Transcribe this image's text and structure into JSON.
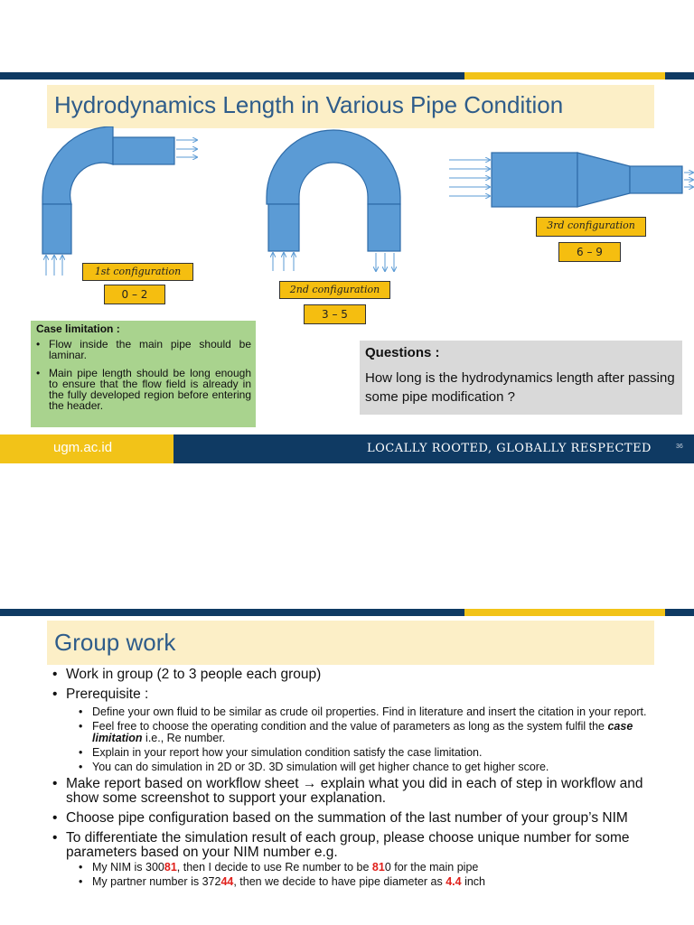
{
  "slide1": {
    "title": "Hydrodynamics Length in Various Pipe Condition",
    "configs": [
      {
        "label": "1st configuration",
        "range": "0 – 2"
      },
      {
        "label": "2nd configuration",
        "range": "3 – 5"
      },
      {
        "label": "3rd configuration",
        "range": "6 – 9"
      }
    ],
    "case_limitation": {
      "title": "Case limitation :",
      "items": [
        "Flow inside the main pipe should be laminar.",
        "Main pipe length should be long enough to ensure that the flow field is already in the fully developed region before entering the header."
      ]
    },
    "questions": {
      "title": "Questions :",
      "text": "How long is the hydrodynamics length after passing some pipe modification ?"
    },
    "footer": {
      "url": "ugm.ac.id",
      "motto": "LOCALLY ROOTED, GLOBALLY RESPECTED",
      "page": "36"
    }
  },
  "slide2": {
    "title": "Group work",
    "bullets": {
      "b1": "Work in group (2 to 3 people each group)",
      "b2": "Prerequisite :",
      "b2_subs": {
        "s1": "Define your own fluid to be similar as crude oil properties. Find in literature and insert the citation in your report.",
        "s2_pre": "Feel free to choose the operating condition and the value of parameters as long as the system fulfil the ",
        "s2_bold": "case limitation",
        "s2_post": " i.e., Re number.",
        "s3": "Explain in your report how your simulation condition satisfy the case limitation.",
        "s4": "You can do simulation in 2D or 3D. 3D simulation will get higher chance to get higher score."
      },
      "b3_pre": "Make report based on workflow sheet ",
      "b3_arrow": "→",
      "b3_post": " explain what you did in each of step in workflow and show some screenshot to support your explanation.",
      "b4": "Choose pipe configuration based on the summation of the last number of your group’s NIM",
      "b5": "To differentiate the simulation result of each group, please choose unique number for some parameters based on your NIM number e.g.",
      "b5_subs": {
        "s1_a": "My NIM is 300",
        "s1_b": "81",
        "s1_c": ", then I decide to use Re number to be ",
        "s1_d": "81",
        "s1_e": "0 for the main pipe",
        "s2_a": "My partner number is 372",
        "s2_b": "44",
        "s2_c": ", then we decide to have pipe diameter as ",
        "s2_d": "4.4",
        "s2_e": " inch"
      }
    }
  },
  "colors": {
    "navy": "#0f3a63",
    "gold": "#f2c318",
    "pipe": "#5b9bd5",
    "title_bg": "#fcefc7",
    "case_bg": "#a9d38e",
    "question_bg": "#d9d9d9",
    "label_bg": "#f5be10",
    "highlight_red": "#e0201b"
  }
}
